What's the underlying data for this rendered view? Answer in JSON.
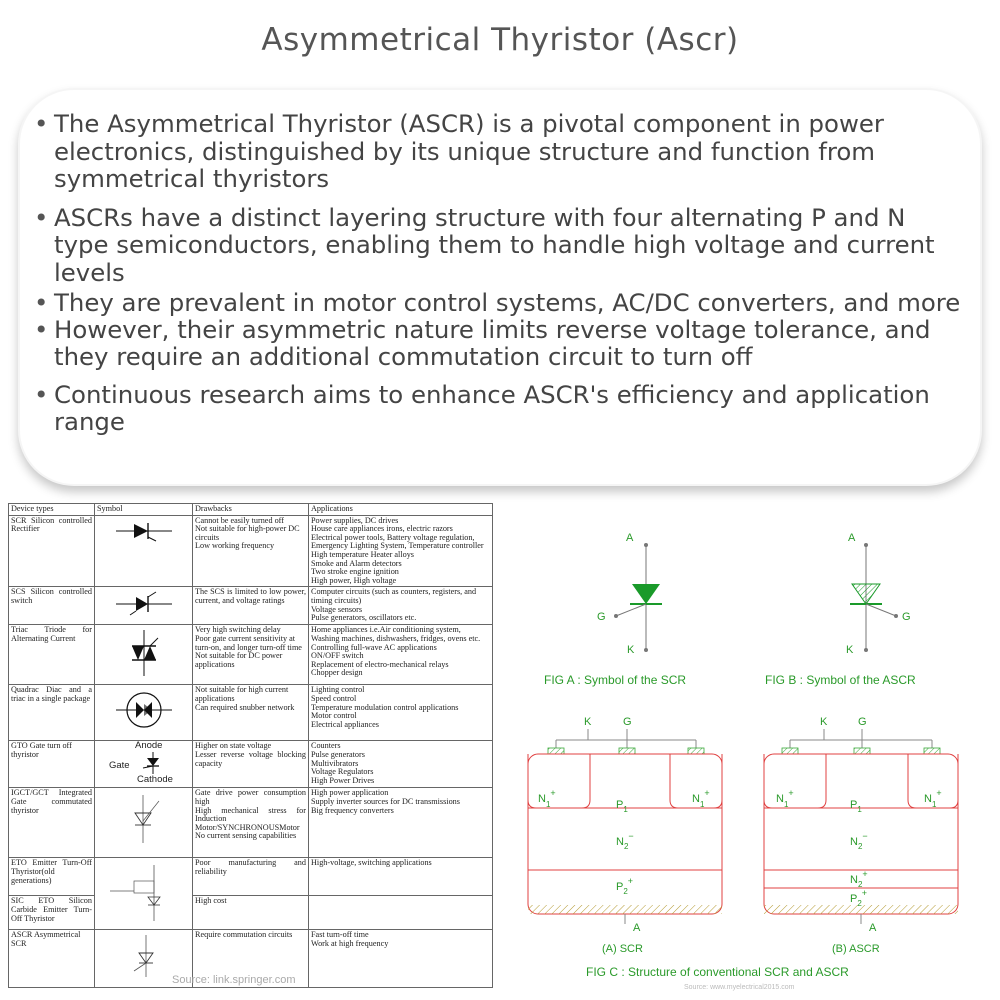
{
  "title": "Asymmetrical Thyristor (Ascr)",
  "bullets": [
    "The Asymmetrical Thyristor (ASCR) is a pivotal component in power electronics, distinguished by its unique structure and function from symmetrical thyristors",
    "ASCRs have a distinct layering structure with four alternating P and N type semiconductors, enabling them to handle high voltage and current levels",
    "They are prevalent in motor control systems, AC/DC converters, and more",
    "However, their asymmetric nature limits reverse voltage tolerance, and they require an additional commutation circuit to turn off",
    "Continuous research aims to enhance ASCR's efficiency and application range"
  ],
  "table": {
    "headers": [
      "Device types",
      "Symbol",
      "Drawbacks",
      "Applications"
    ],
    "rows": [
      {
        "device": "SCR Silicon controlled Rectifier",
        "drawbacks": "Cannot be easily turned off\nNot suitable for high-power DC circuits\nLow working frequency",
        "applications": "Power supplies, DC drives\nHouse care appliances irons, electric razors\nElectrical power tools, Battery voltage regulation, Emergency Lighting System, Temperature controller\nHigh temperature Heater alloys\nSmoke and Alarm detectors\nTwo stroke engine ignition\nHigh power, High voltage"
      },
      {
        "device": "SCS Silicon controlled switch",
        "drawbacks": "The SCS is limited to low power, current, and voltage ratings",
        "applications": "Computer circuits (such as counters, registers, and timing circuits)\nVoltage sensors\nPulse generators, oscillators etc."
      },
      {
        "device": "Triac Triode for Alternating Current",
        "drawbacks": "Very high switching delay\nPoor gate current sensitivity at turn-on, and longer turn-off time\nNot suitable for DC power applications",
        "applications": "Home appliances i.e.Air conditioning system, Washing machines, dishwashers, fridges, ovens etc.\nControlling full-wave AC applications\nON/OFF switch\nReplacement of electro-mechanical relays\nChopper design"
      },
      {
        "device": "Quadrac Diac and a triac in a single package",
        "drawbacks": "Not suitable for high current applications\nCan required snubber network",
        "applications": "Lighting control\nSpeed control\nTemperature modulation control applications\nMotor control\nElectrical appliances"
      },
      {
        "device": "GTO Gate turn off thyristor",
        "drawbacks": "Higher on state voltage\nLesser reverse voltage blocking capacity",
        "applications": "Counters\nPulse generators\nMultivibrators\nVoltage Regulators\nHigh Power Drives"
      },
      {
        "device": "IGCT/GCT Integrated Gate commutated thyristor",
        "drawbacks": "Gate drive power consumption high\nHigh mechanical stress for Induction Motor/SYNCHRONOUSMotor\nNo current sensing capabilities",
        "applications": "High power application\nSupply inverter sources for DC transmissions\nBig frequency converters"
      },
      {
        "device": "ETO Emitter Turn-Off Thyristor(old generations)",
        "drawbacks": "Poor manufacturing and reliability",
        "applications": "High-voltage, switching applications"
      },
      {
        "device": "SIC ETO Silicon Carbide Emitter Turn-Off Thyristor",
        "drawbacks": "High cost",
        "applications": ""
      },
      {
        "device": "ASCR Asymmetrical SCR",
        "drawbacks": "Require commutation circuits",
        "applications": "Fast turn-off time\nWork at high frequency"
      }
    ],
    "gto_labels": {
      "anode": "Anode",
      "gate": "Gate",
      "cathode": "Cathode"
    },
    "source": "Source: link.springer.com"
  },
  "figures": {
    "fig_a_caption": "FIG A : Symbol of the SCR",
    "fig_b_caption": "FIG B : Symbol of the ASCR",
    "fig_c_caption": "FIG C : Structure of conventional SCR and ASCR",
    "scr_label": "(A) SCR",
    "ascr_label": "(B) ASCR",
    "labels": {
      "A": "A",
      "K": "K",
      "G": "G"
    },
    "layers": {
      "n1": "N",
      "p1": "P",
      "n2": "N",
      "p2": "P"
    },
    "source": "Source: www.myelectrical2015.com",
    "accent_color": "#1a9a2a",
    "structure_color": "#e04040",
    "caption_color": "#2a9a2a"
  }
}
